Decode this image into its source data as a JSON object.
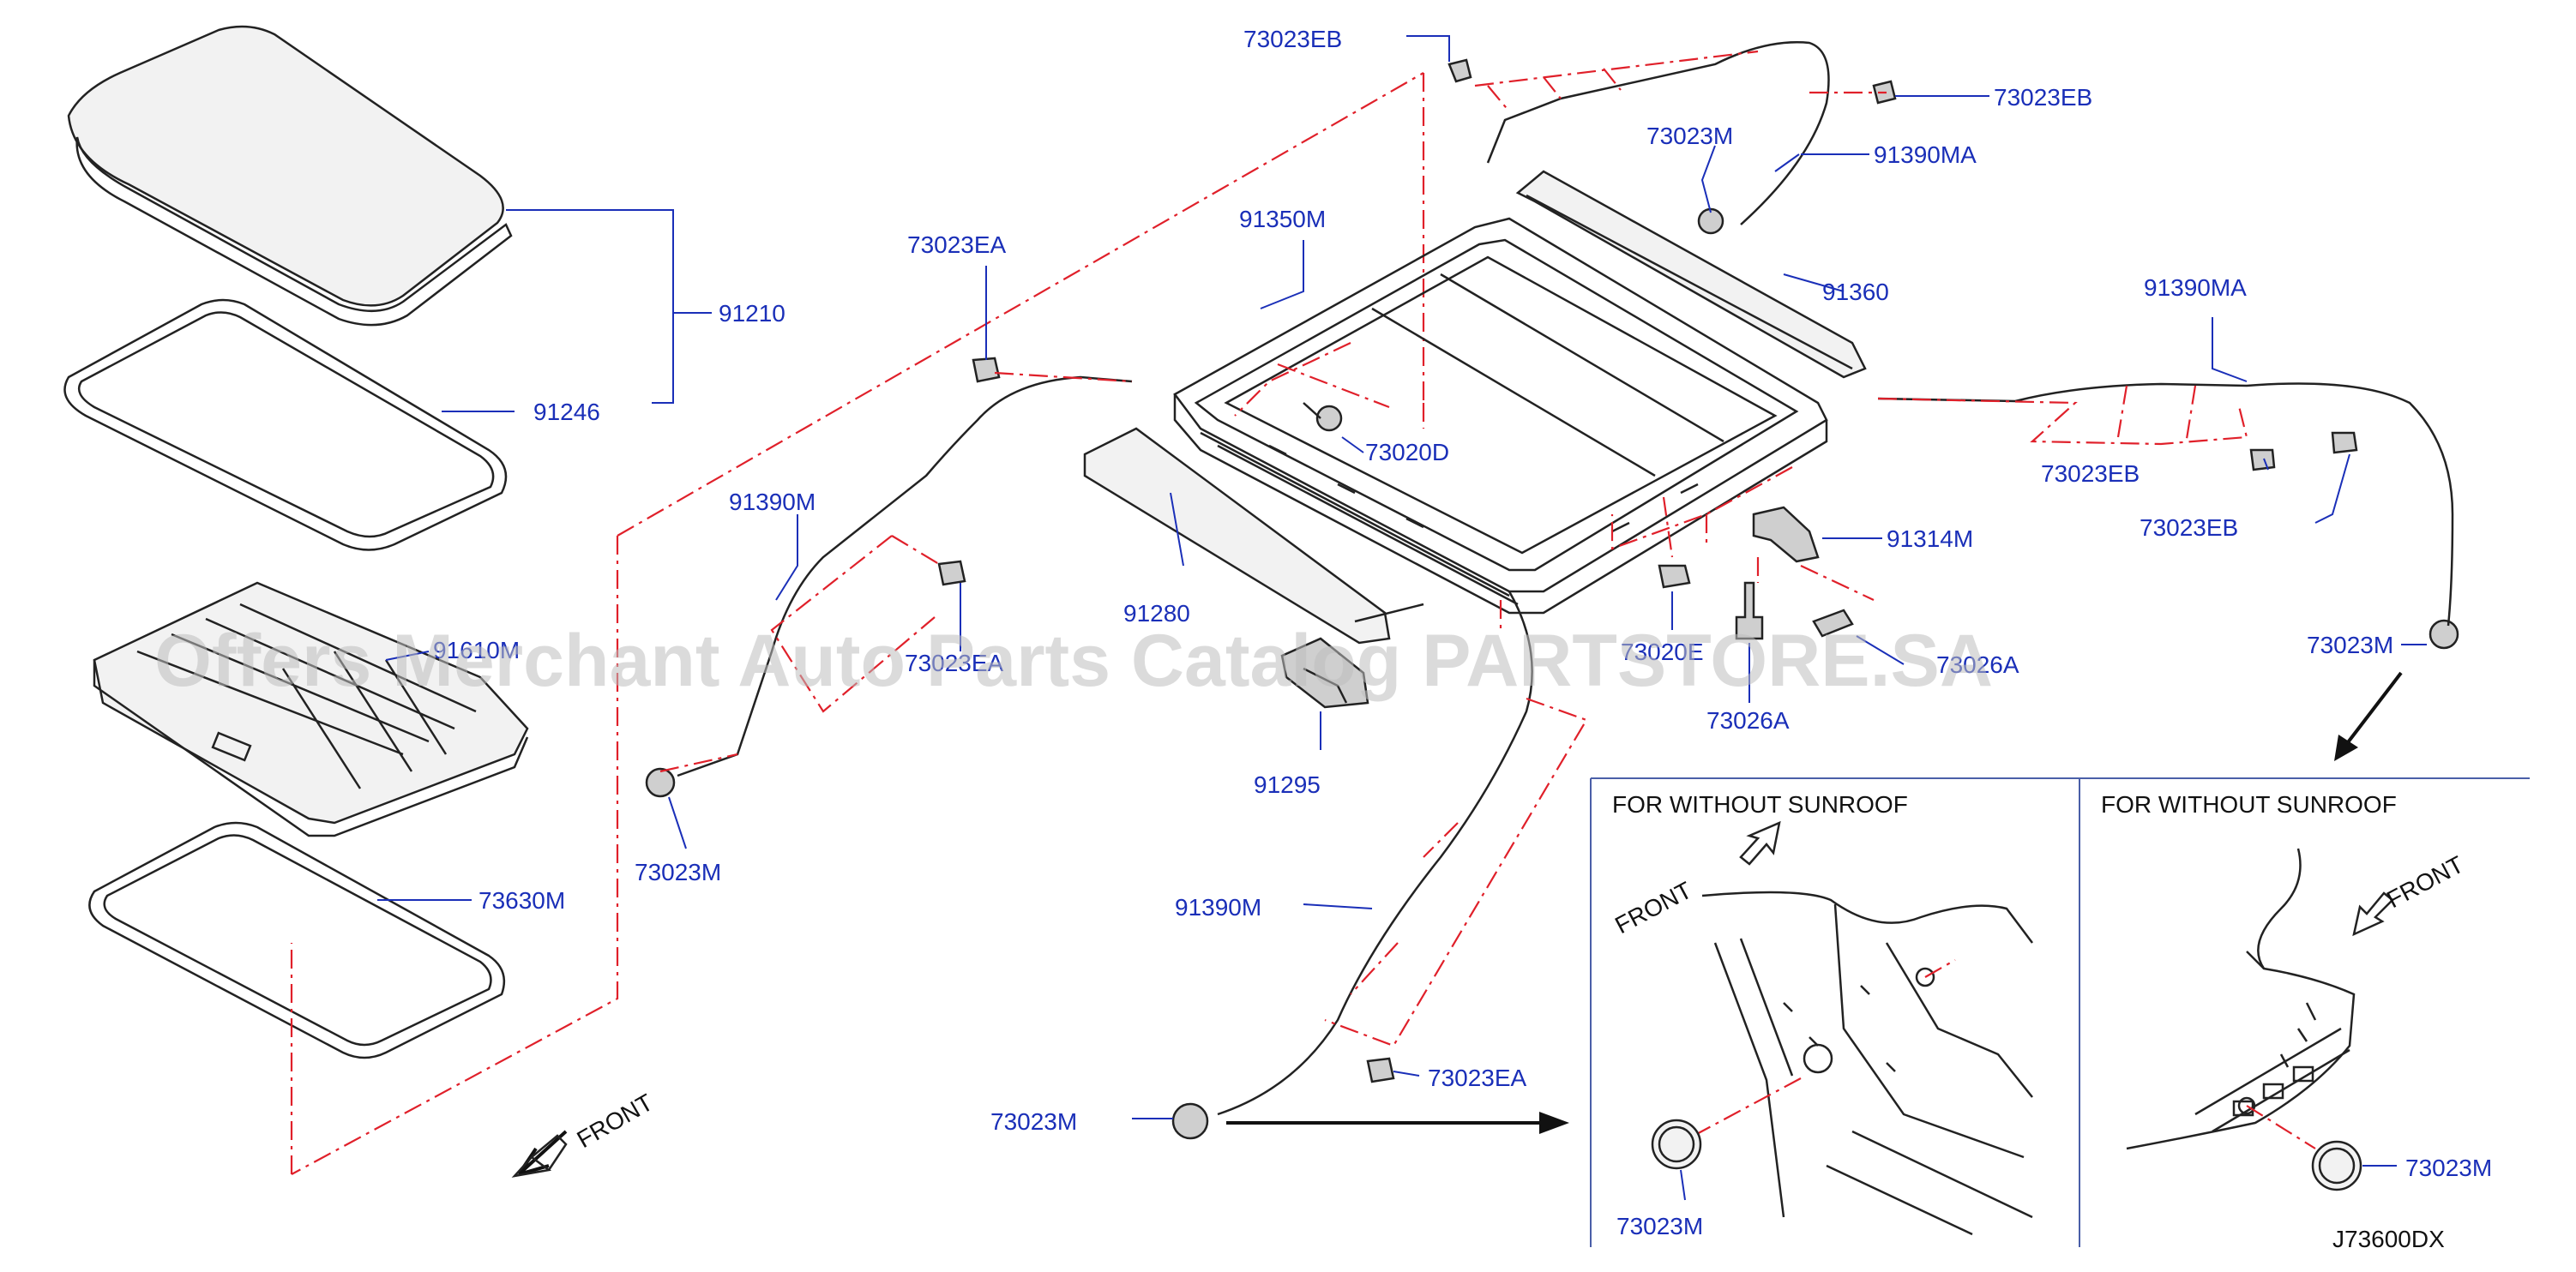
{
  "labels": {
    "l_73023EB_top": "73023EB",
    "l_73023EB_right": "73023EB",
    "l_73023M_top": "73023M",
    "l_91390MA_top": "91390MA",
    "l_73023EA_left": "73023EA",
    "l_91350M": "91350M",
    "l_91360": "91360",
    "l_91210": "91210",
    "l_91246": "91246",
    "l_73020D": "73020D",
    "l_91390MA_right": "91390MA",
    "l_73023EB_r1": "73023EB",
    "l_73023EB_r2": "73023EB",
    "l_91390M_left": "91390M",
    "l_91314M": "91314M",
    "l_91280": "91280",
    "l_91610M": "91610M",
    "l_73023EA_mid": "73023EA",
    "l_73020E": "73020E",
    "l_73026A_a": "73026A",
    "l_73026A_b": "73026A",
    "l_73023M_right": "73023M",
    "l_91295": "91295",
    "l_73023M_left": "73023M",
    "l_73630M": "73630M",
    "l_91390M_bottom": "91390M",
    "l_73023EA_bottom": "73023EA",
    "l_73023M_bottom": "73023M",
    "l_73023M_inset1": "73023M",
    "l_73023M_inset2": "73023M"
  },
  "insets": {
    "left_title": "FOR   WITHOUT   SUNROOF",
    "right_title": "FOR   WITHOUT   SUNROOF"
  },
  "front_labels": {
    "main": "FRONT",
    "inset_left": "FRONT",
    "inset_right": "FRONT"
  },
  "diagram_code": "J73600DX",
  "watermark": "Offers Merchant Auto Parts Catalog PARTSTORE.SA",
  "colors": {
    "label_blue": "#1a2fb8",
    "leader_dash_red": "#e0202a",
    "inset_border": "#4a5fa8"
  }
}
